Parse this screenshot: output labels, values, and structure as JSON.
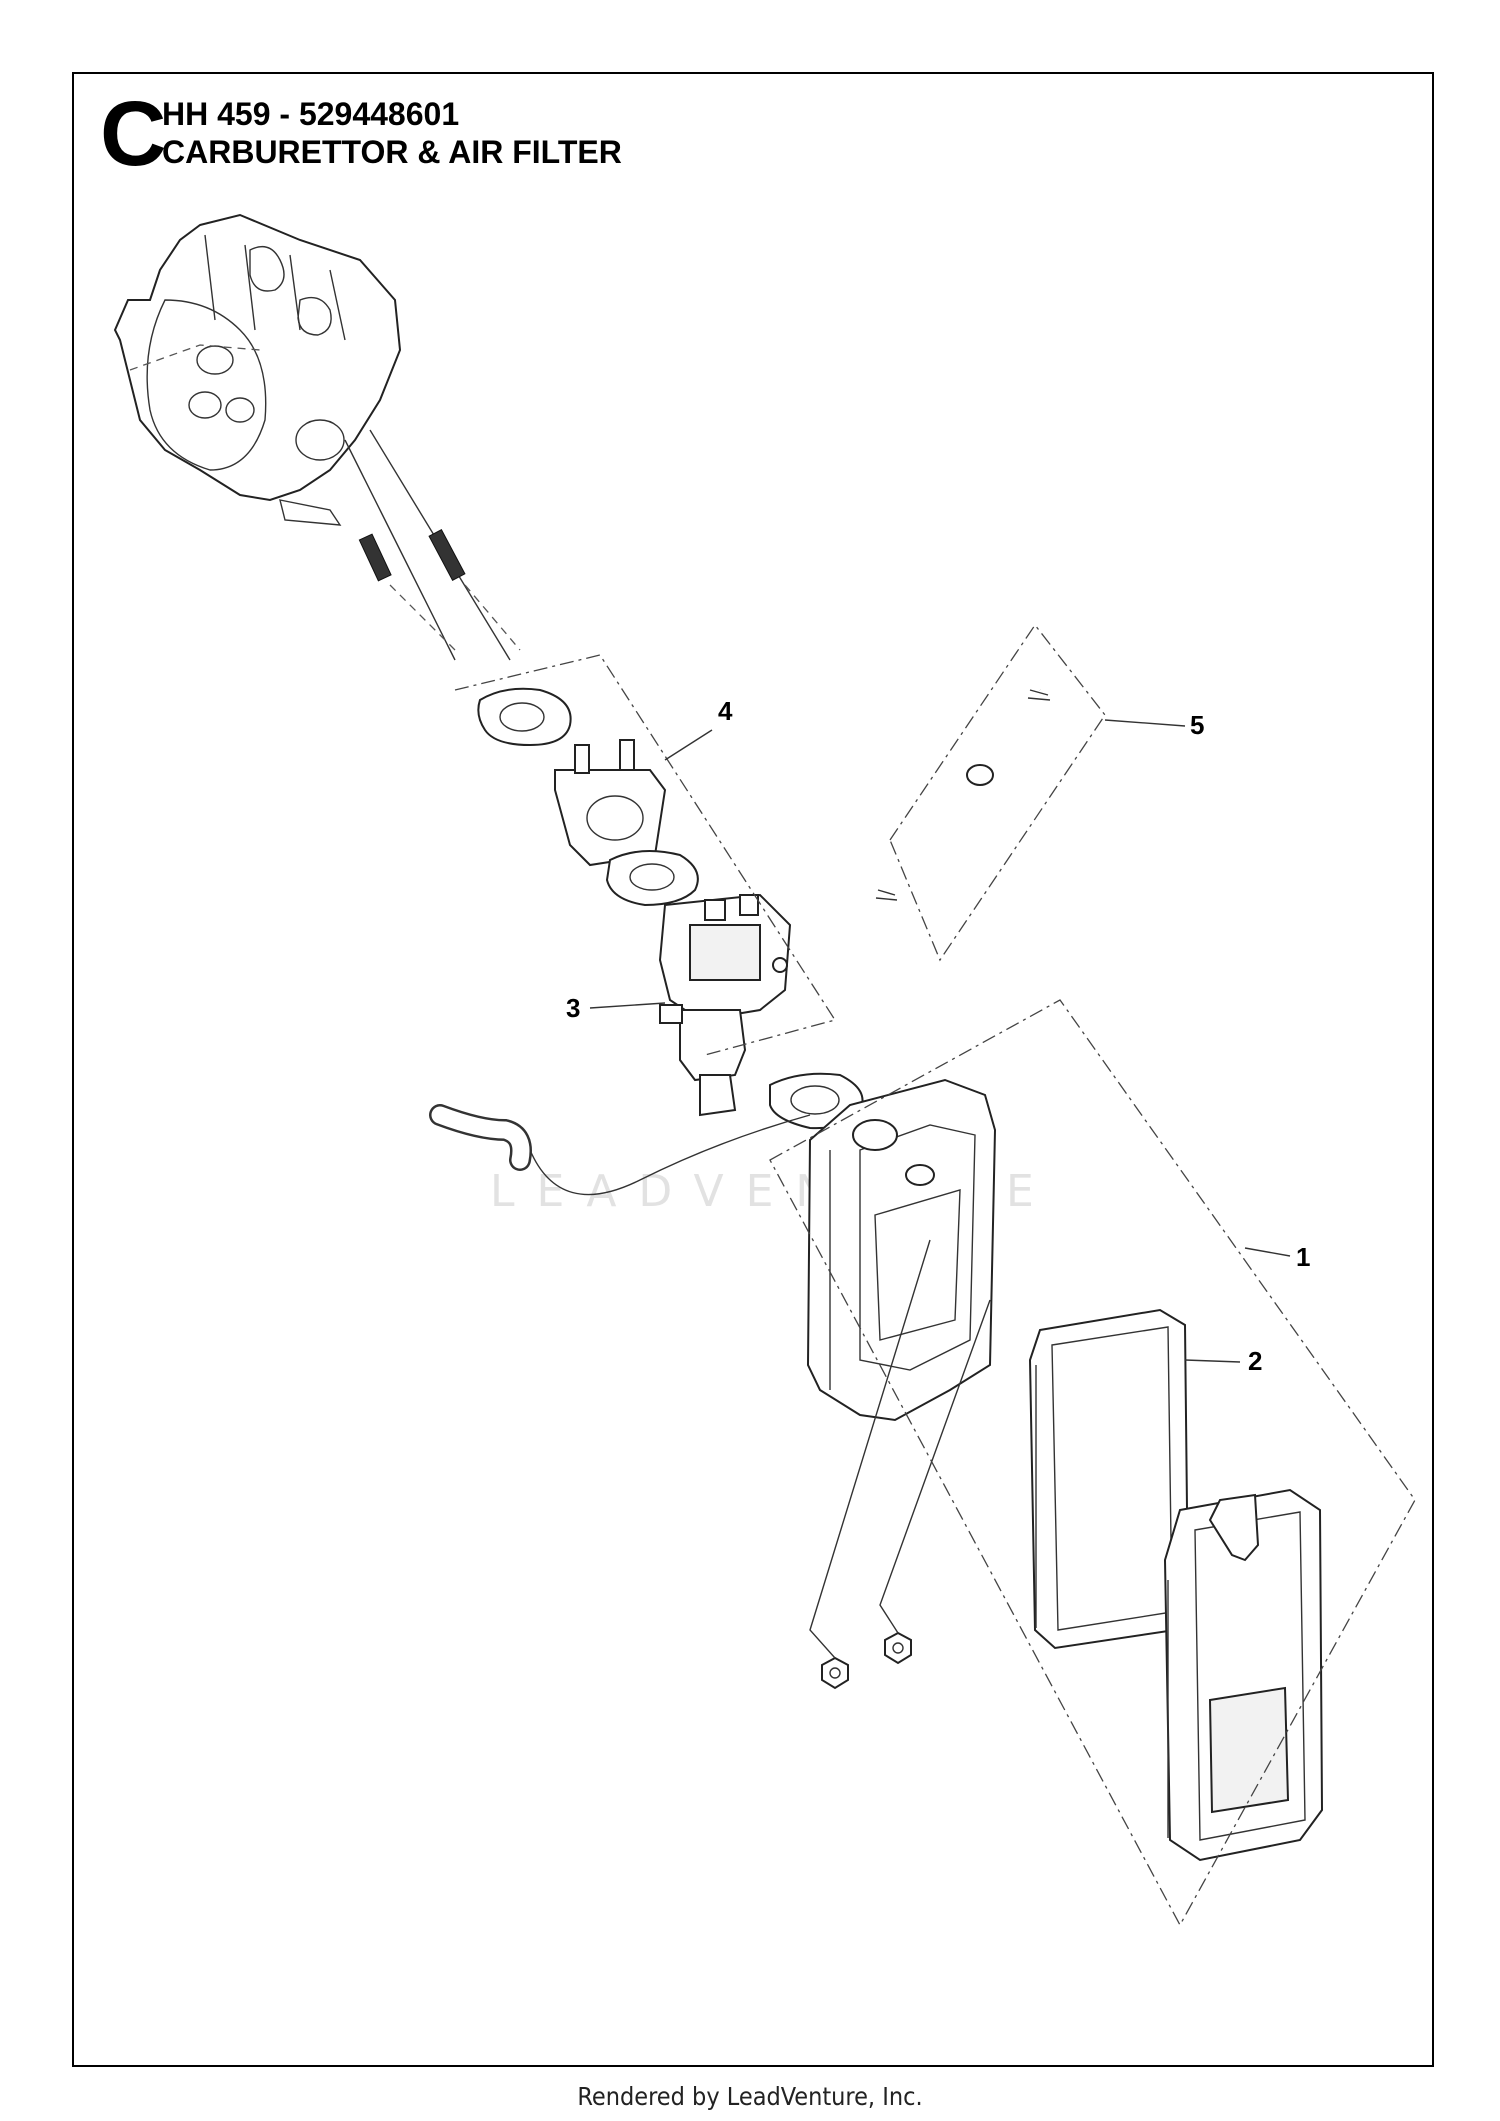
{
  "header": {
    "section_letter": "C",
    "model_line": "HH 459 - 529448601",
    "section_title": "CARBURETTOR & AIR FILTER"
  },
  "watermark": "LEADVENTURE",
  "callouts": [
    "1",
    "2",
    "3",
    "4",
    "5"
  ],
  "footer": "Rendered by LeadVenture, Inc."
}
